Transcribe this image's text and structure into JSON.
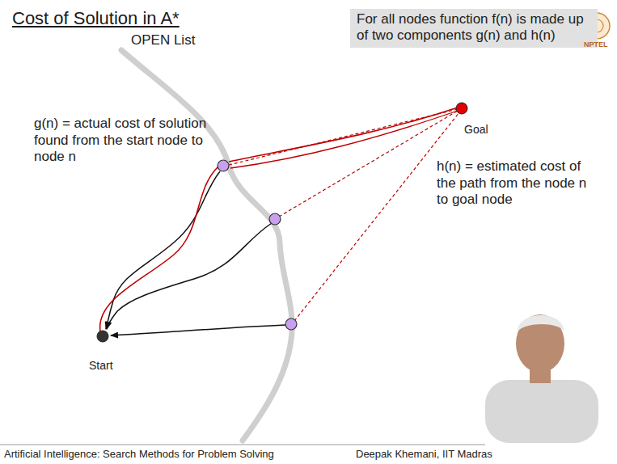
{
  "diagram": {
    "title": "Cost of Solution in A*",
    "nodes": [
      {
        "text": [
          "For all nodes function f(n) is made up of two components g(n) and h(n)"
        ]
      },
      {
        "text": [
          "Goal"
        ]
      },
      {
        "text": [
          "Start"
        ]
      }
    ],
    "labels": [
      "NPTEL",
      "OPEN List",
      "g(n) = actual cost of solution found from the start node to node n",
      "h(n) = estimated cost of the path from the node n to goal node",
      "Artificial Intelligence: Search Methods for Problem Solving",
      "Deepak Khemani, IIT Madras"
    ]
  }
}
